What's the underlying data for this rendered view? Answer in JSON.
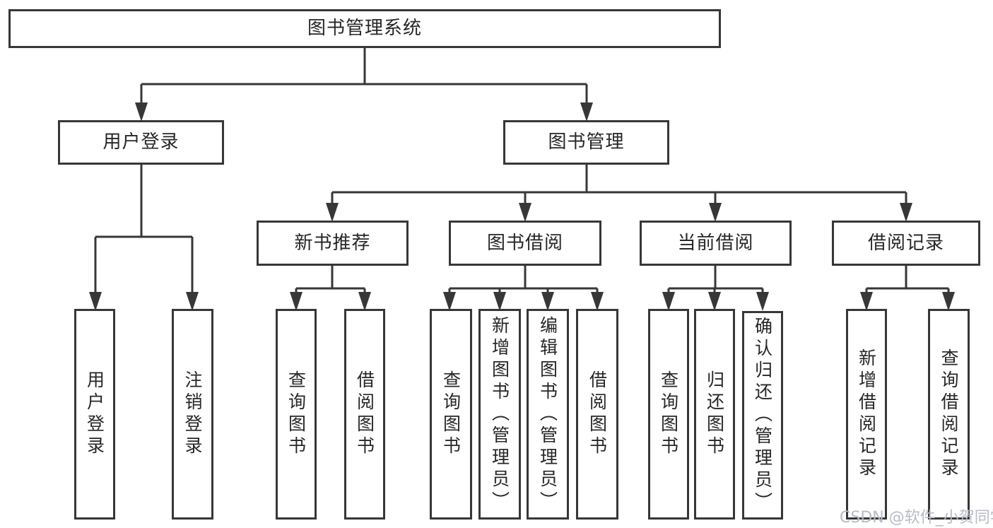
{
  "diagram": {
    "root": {
      "label": "图书管理系统"
    },
    "branches": [
      {
        "label": "用户登录",
        "children": [
          {
            "label": "用户登录"
          },
          {
            "label": "注销登录"
          }
        ]
      },
      {
        "label": "图书管理",
        "groups": [
          {
            "label": "新书推荐",
            "children": [
              {
                "label": "查询图书"
              },
              {
                "label": "借阅图书"
              }
            ]
          },
          {
            "label": "图书借阅",
            "children": [
              {
                "label": "查询图书"
              },
              {
                "label": "新增图书（管理员）"
              },
              {
                "label": "编辑图书（管理员）"
              },
              {
                "label": "借阅图书"
              }
            ]
          },
          {
            "label": "当前借阅",
            "children": [
              {
                "label": "查询图书"
              },
              {
                "label": "归还图书"
              },
              {
                "label": "确认归还（管理员）"
              }
            ]
          },
          {
            "label": "借阅记录",
            "children": [
              {
                "label": "新增借阅记录"
              },
              {
                "label": "查询借阅记录"
              }
            ]
          }
        ]
      }
    ]
  },
  "watermark": {
    "text": "CSDN @软件_小贺同学",
    "color": "#b7bbc4"
  },
  "colors": {
    "background": "#ffffff",
    "line": "#373737",
    "text": "#262626"
  }
}
